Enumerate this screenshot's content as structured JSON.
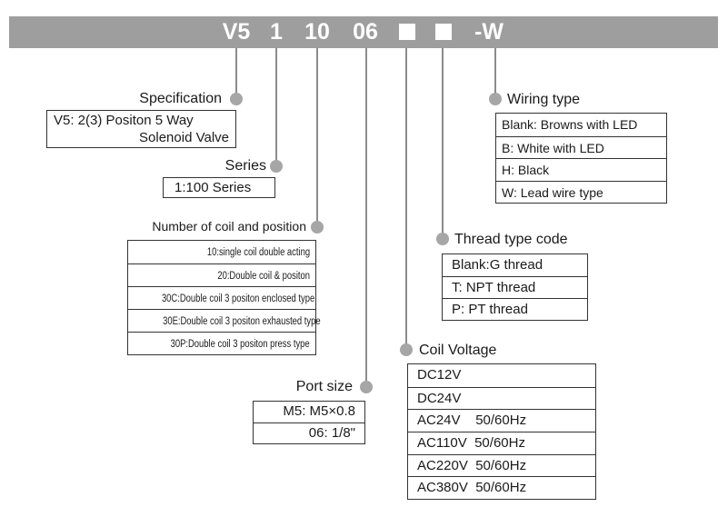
{
  "header": {
    "segments": [
      "V5",
      "1",
      "10",
      "06",
      "-W"
    ]
  },
  "specification": {
    "label": "Specification",
    "line1": "V5: 2(3) Positon 5 Way",
    "line2": "Solenoid Valve"
  },
  "series": {
    "label": "Series",
    "value": "1:100 Series"
  },
  "coil": {
    "label": "Number of coil and position",
    "options": [
      "10:single coil double acting",
      "20:Double  coil & positon",
      "30C:Double coil 3 positon enclosed type",
      "30E:Double coil 3 positon exhausted type",
      "30P:Double coil 3 positon press type"
    ]
  },
  "port": {
    "label": "Port size",
    "options": [
      "M5: M5×0.8",
      "06: 1/8\""
    ]
  },
  "voltage": {
    "label": "Coil Voltage",
    "options": [
      "DC12V",
      "DC24V",
      "AC24V    50/60Hz",
      "AC110V  50/60Hz",
      "AC220V  50/60Hz",
      "AC380V  50/60Hz"
    ]
  },
  "thread": {
    "label": "Thread type code",
    "options": [
      "Blank:G thread",
      "T: NPT thread",
      "P: PT thread"
    ]
  },
  "wiring": {
    "label": "Wiring type",
    "options": [
      "Blank: Browns with LED",
      "B: White with LED",
      "H: Black",
      "W: Lead wire type"
    ]
  },
  "colors": {
    "banner": "#9e9e9e",
    "leader": "#8c8c8c",
    "dot": "#a6a6a6"
  }
}
